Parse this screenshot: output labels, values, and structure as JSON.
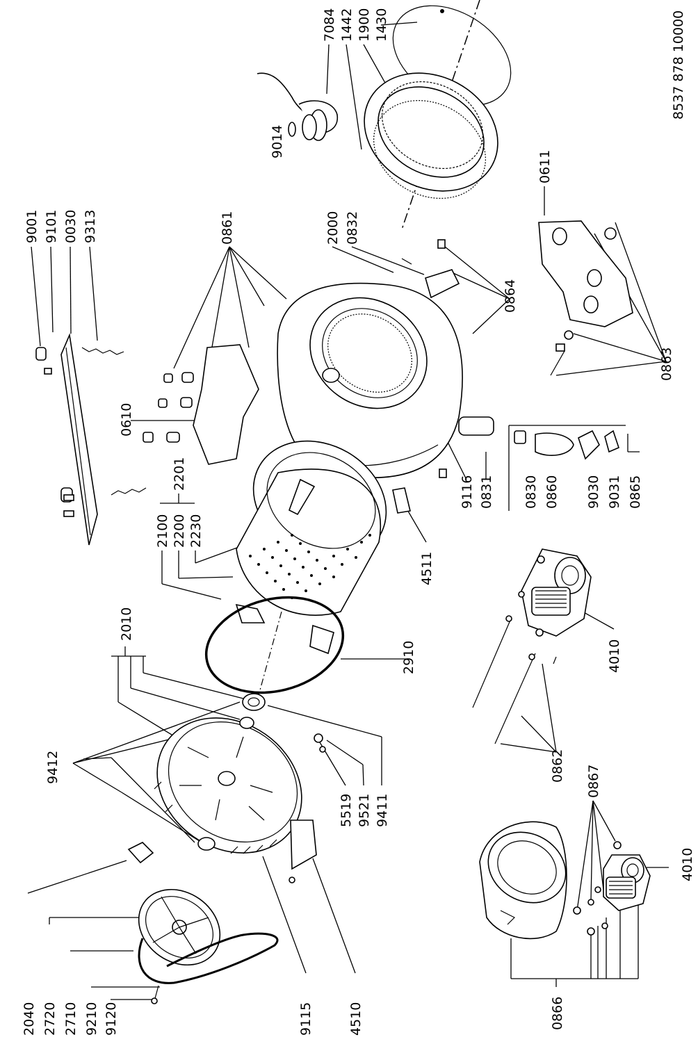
{
  "document_code": "8537 878 10000",
  "labels": {
    "l9001": "9001",
    "l9101": "9101",
    "l0030": "0030",
    "l9313": "9313",
    "l0861": "0861",
    "l2000": "2000",
    "l0832": "0832",
    "l7084": "7084",
    "l1442": "1442",
    "l1900": "1900",
    "l1430": "1430",
    "l9014": "9014",
    "l0611": "0611",
    "l0864": "0864",
    "l0863": "0863",
    "l0610": "0610",
    "l2201": "2201",
    "l2100": "2100",
    "l2200": "2200",
    "l2230": "2230",
    "l9116": "9116",
    "l0831": "0831",
    "l0830": "0830",
    "l0860": "0860",
    "l9030": "9030",
    "l9031": "9031",
    "l0865": "0865",
    "l4511": "4511",
    "l4010a": "4010",
    "l2910": "2910",
    "l2010": "2010",
    "l9412": "9412",
    "l5519": "5519",
    "l9521": "9521",
    "l9411": "9411",
    "l0862": "0862",
    "l0867": "0867",
    "l4010b": "4010",
    "l0866": "0866",
    "l2040": "2040",
    "l2720": "2720",
    "l2710": "2710",
    "l9210": "9210",
    "l9120": "9120",
    "l9115": "9115",
    "l4510": "4510"
  }
}
